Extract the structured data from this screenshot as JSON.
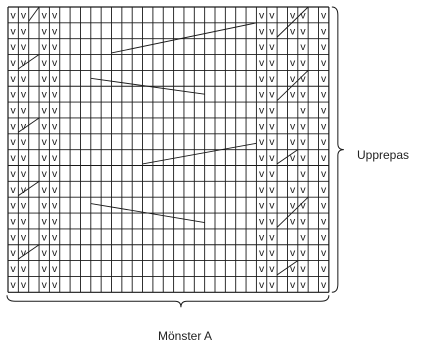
{
  "chart_data": {
    "type": "knitting-chart",
    "columns": 31,
    "rows": 18,
    "stitch_symbol": "v",
    "v_columns": [
      0,
      1,
      3,
      4,
      24,
      25,
      27,
      28,
      30
    ],
    "v_rows_by_column": {
      "0": "all",
      "1": "all",
      "3": "all",
      "4": "all",
      "24": "all",
      "25": "all",
      "27": [
        0,
        1,
        3,
        4,
        5,
        7,
        8,
        9,
        11,
        12,
        13,
        15,
        16,
        17
      ],
      "28": "all",
      "30": "all"
    },
    "cable_marks": [
      {
        "from": [
          2,
          0.9
        ],
        "to": [
          3,
          0
        ]
      },
      {
        "from": [
          1,
          3.9
        ],
        "to": [
          3,
          3
        ]
      },
      {
        "from": [
          1,
          7.9
        ],
        "to": [
          3,
          7
        ]
      },
      {
        "from": [
          1,
          11.9
        ],
        "to": [
          3,
          11
        ]
      },
      {
        "from": [
          1,
          15.9
        ],
        "to": [
          3,
          15
        ]
      },
      {
        "from": [
          10,
          2.9
        ],
        "to": [
          24,
          1
        ]
      },
      {
        "from": [
          8,
          4.5
        ],
        "to": [
          19,
          5.5
        ]
      },
      {
        "from": [
          13,
          9.9
        ],
        "to": [
          24,
          8.6
        ]
      },
      {
        "from": [
          8,
          12.4
        ],
        "to": [
          19,
          13.6
        ]
      },
      {
        "from": [
          26,
          1.9
        ],
        "to": [
          29,
          0
        ]
      },
      {
        "from": [
          26,
          5.9
        ],
        "to": [
          29,
          4
        ]
      },
      {
        "from": [
          26,
          9.9
        ],
        "to": [
          28,
          9
        ]
      },
      {
        "from": [
          26,
          13.9
        ],
        "to": [
          29,
          12
        ]
      },
      {
        "from": [
          26,
          16.9
        ],
        "to": [
          28,
          16
        ]
      }
    ]
  },
  "labels": {
    "right_brace": "Upprepas",
    "bottom_brace": "Mönster A"
  },
  "colors": {
    "grid": "#1a1a1a",
    "brace": "#1a1a1a",
    "text": "#222222"
  }
}
